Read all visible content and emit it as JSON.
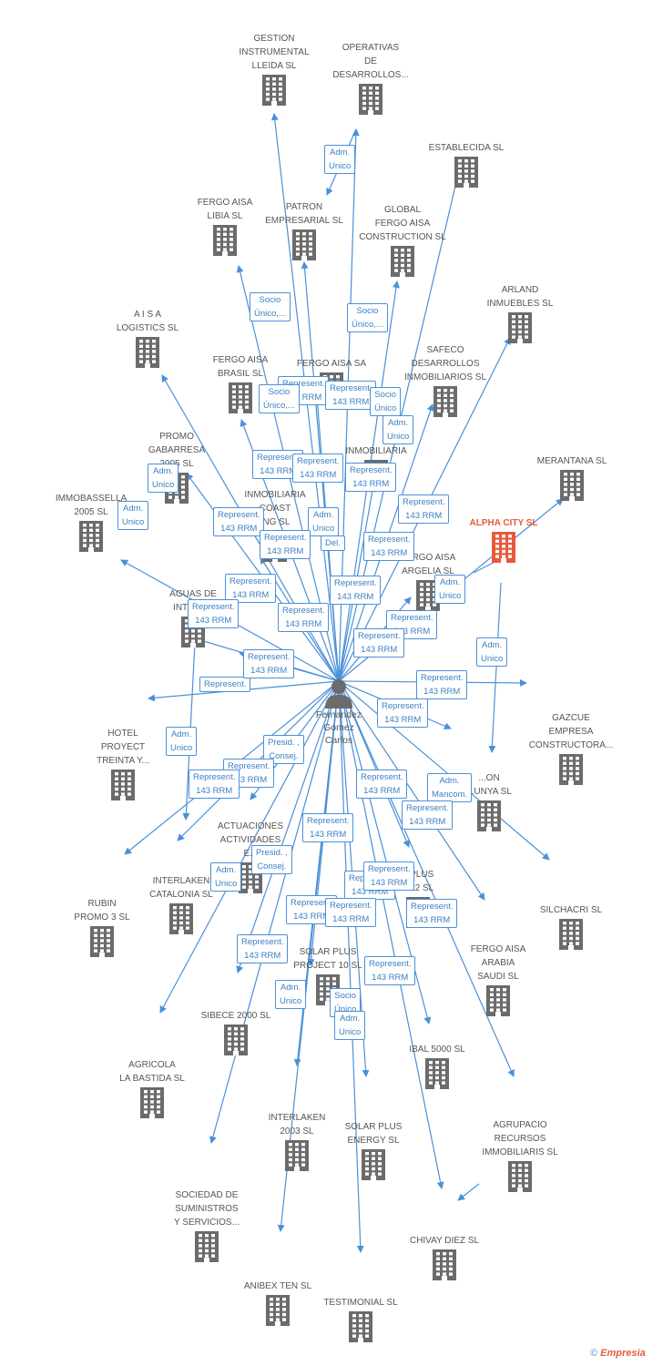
{
  "center": {
    "name": [
      "Fernandez",
      "Gomez",
      "Carlos"
    ]
  },
  "colors": {
    "edge": "#4a90d9",
    "node": "#6b6b6b",
    "highlight": "#e8593c"
  },
  "nodes": [
    {
      "name": [
        "GESTION",
        "INSTRUMENTAL",
        "LLEIDA SL"
      ]
    },
    {
      "name": [
        "OPERATIVAS",
        "DE",
        "DESARROLLOS..."
      ]
    },
    {
      "name": [
        "ESTABLECIDA SL"
      ]
    },
    {
      "name": [
        "FERGO AISA",
        "LIBIA SL"
      ]
    },
    {
      "name": [
        "PATRON",
        "EMPRESARIAL SL"
      ]
    },
    {
      "name": [
        "GLOBAL",
        "FERGO AISA",
        "CONSTRUCTION SL"
      ]
    },
    {
      "name": [
        "ARLAND",
        "INMUEBLES SL"
      ]
    },
    {
      "name": [
        "A I S A",
        "LOGISTICS SL"
      ]
    },
    {
      "name": [
        "FERGO AISA",
        "BRASIL SL"
      ]
    },
    {
      "name": [
        "FERGO AISA SA"
      ]
    },
    {
      "name": [
        "SAFECO",
        "DESARROLLOS",
        "INMOBILIARIOS SL"
      ]
    },
    {
      "name": [
        "MERANTANA SL"
      ]
    },
    {
      "name": [
        "PROMO",
        "GABARRESA",
        "2005 SL"
      ]
    },
    {
      "name": [
        "INMOBILIARIA"
      ]
    },
    {
      "name": [
        "IMMOBASSELLA",
        "2005 SL"
      ]
    },
    {
      "name": [
        "INMOBILIARIA",
        "COAST",
        "ING SL"
      ]
    },
    {
      "name": [
        "ALPHA CITY SL"
      ]
    },
    {
      "name": [
        "FERGO AISA",
        "ARGELIA SL"
      ]
    },
    {
      "name": [
        "AGUAS DE",
        "INTERL..."
      ]
    },
    {
      "name": [
        "HOTEL",
        "PROYECT",
        "TREINTA Y..."
      ]
    },
    {
      "name": [
        "GAZCUE",
        "EMPRESA",
        "CONSTRUCTORA..."
      ]
    },
    {
      "name": [
        "...ON",
        "...UNYA SL"
      ]
    },
    {
      "name": [
        "ACTUACIONES",
        "ACTIVIDADES",
        "E..."
      ]
    },
    {
      "name": [
        "INTERLAKEN",
        "CATALONIA SL"
      ]
    },
    {
      "name": [
        "...PLUS",
        "...12 SL"
      ]
    },
    {
      "name": [
        "RUBIN",
        "PROMO 3 SL"
      ]
    },
    {
      "name": [
        "SILCHACRI SL"
      ]
    },
    {
      "name": [
        "FERGO AISA",
        "ARABIA",
        "SAUDI SL"
      ]
    },
    {
      "name": [
        "SOLAR PLUS",
        "PROJECT 10 SL"
      ]
    },
    {
      "name": [
        "SIBECE 2000 SL"
      ]
    },
    {
      "name": [
        "IBAL 5000 SL"
      ]
    },
    {
      "name": [
        "AGRICOLA",
        "LA BASTIDA SL"
      ]
    },
    {
      "name": [
        "INTERLAKEN",
        "2003 SL"
      ]
    },
    {
      "name": [
        "SOLAR PLUS",
        "ENERGY SL"
      ]
    },
    {
      "name": [
        "AGRUPACIO",
        "RECURSOS",
        "IMMOBILIARIS SL"
      ]
    },
    {
      "name": [
        "SOCIEDAD DE",
        "SUMINISTROS",
        "Y SERVICIOS..."
      ]
    },
    {
      "name": [
        "CHIVAY DIEZ SL"
      ]
    },
    {
      "name": [
        "ANIBEX TEN SL"
      ]
    },
    {
      "name": [
        "TESTIMONIAL SL"
      ]
    }
  ],
  "labels": [
    {
      "lines": [
        "Adm.",
        "Unico"
      ]
    },
    {
      "lines": [
        "Socio",
        "Único,..."
      ]
    },
    {
      "lines": [
        "Socio",
        "Único,..."
      ]
    },
    {
      "lines": [
        "Represent.",
        "143 RRM"
      ]
    },
    {
      "lines": [
        "Socio",
        "Único,..."
      ]
    },
    {
      "lines": [
        "Represent.",
        "143 RRM"
      ]
    },
    {
      "lines": [
        "Socio",
        "Único"
      ]
    },
    {
      "lines": [
        "Adm.",
        "Unico"
      ]
    },
    {
      "lines": [
        "Represent.",
        "143 RRM"
      ]
    },
    {
      "lines": [
        "Represent.",
        "143 RRM"
      ]
    },
    {
      "lines": [
        "Represent.",
        "143 RRM"
      ]
    },
    {
      "lines": [
        "Adm.",
        "Unico"
      ]
    },
    {
      "lines": [
        "Adm.",
        "Unico"
      ]
    },
    {
      "lines": [
        "Represent.",
        "143 RRM"
      ]
    },
    {
      "lines": [
        "Represent.",
        "143 RRM"
      ]
    },
    {
      "lines": [
        "Adm.",
        "Unico"
      ]
    },
    {
      "lines": [
        "Del."
      ]
    },
    {
      "lines": [
        "Represent.",
        "143 RRM"
      ]
    },
    {
      "lines": [
        "Represent.",
        "143 RRM"
      ]
    },
    {
      "lines": [
        "Represent.",
        "143 RRM"
      ]
    },
    {
      "lines": [
        "Represent.",
        "143 RRM"
      ]
    },
    {
      "lines": [
        "Adm.",
        "Unico"
      ]
    },
    {
      "lines": [
        "Represent.",
        "143 RRM"
      ]
    },
    {
      "lines": [
        "Represent.",
        "143 RRM"
      ]
    },
    {
      "lines": [
        "Represent.",
        "143 RRM"
      ]
    },
    {
      "lines": [
        "Represent.",
        "143 RRM"
      ]
    },
    {
      "lines": [
        "Adm.",
        "Unico"
      ]
    },
    {
      "lines": [
        "Represent."
      ]
    },
    {
      "lines": [
        "Represent.",
        "143 RRM"
      ]
    },
    {
      "lines": [
        "Represent.",
        "143 RRM"
      ]
    },
    {
      "lines": [
        "Adm.",
        "Unico"
      ]
    },
    {
      "lines": [
        "Presid. ,",
        "Consej."
      ]
    },
    {
      "lines": [
        "Represent.",
        "143 RRM"
      ]
    },
    {
      "lines": [
        "Represent.",
        "143 RRM"
      ]
    },
    {
      "lines": [
        "Represent.",
        "143 RRM"
      ]
    },
    {
      "lines": [
        "Represent.",
        "143 RRM"
      ]
    },
    {
      "lines": [
        "Adm.",
        "Mancom."
      ]
    },
    {
      "lines": [
        "Represent.",
        "143 RRM"
      ]
    },
    {
      "lines": [
        "Represent.",
        "143 RRM"
      ]
    },
    {
      "lines": [
        "Presid. ,",
        "Consej."
      ]
    },
    {
      "lines": [
        "Adm.",
        "Unico"
      ]
    },
    {
      "lines": [
        "Represent.",
        "143 RRM"
      ]
    },
    {
      "lines": [
        "Represent.",
        "143 RRM"
      ]
    },
    {
      "lines": [
        "Represent.",
        "143 RRM"
      ]
    },
    {
      "lines": [
        "Represent.",
        "143 RRM"
      ]
    },
    {
      "lines": [
        "Represent.",
        "143 RRM"
      ]
    },
    {
      "lines": [
        "Represent.",
        "143 RRM"
      ]
    },
    {
      "lines": [
        "Represent.",
        "143 RRM"
      ]
    },
    {
      "lines": [
        "Adm.",
        "Unico"
      ]
    },
    {
      "lines": [
        "Socio",
        "Único"
      ]
    },
    {
      "lines": [
        "Adm.",
        "Unico"
      ]
    }
  ],
  "footer": {
    "symbol": "©",
    "brand": "Empresia"
  }
}
